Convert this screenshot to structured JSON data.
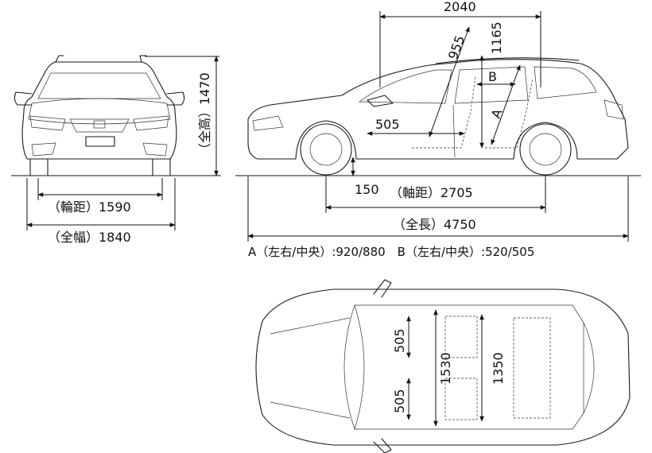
{
  "dimensions": {
    "top_length": "2040",
    "seat_to_roof_front": "955",
    "seat_to_roof_rear": "1165",
    "b_label": "B",
    "a_label": "A",
    "seat_depth_505": "505",
    "ground_clearance": "150",
    "wheelbase": "（軸距）2705",
    "total_length": "（全長）4750",
    "height": "（全高）1470",
    "tread": "（輪距）1590",
    "width": "（全幅）1840",
    "ab_caption": "A（左右/中央）:920/880　B（左右/中央）:520/505",
    "top_seat_left_upper": "505",
    "top_seat_left_lower": "505",
    "top_cabin_width_front": "1530",
    "top_cabin_width_rear": "1350"
  }
}
